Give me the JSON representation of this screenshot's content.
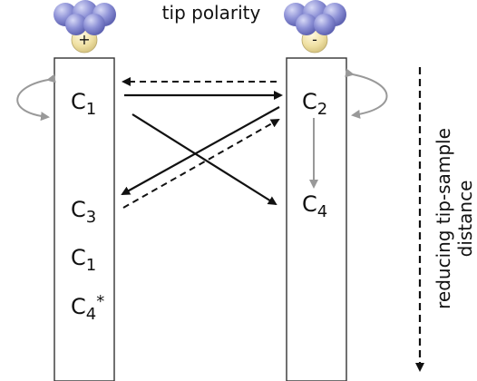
{
  "title": "tip polarity",
  "tips": {
    "positive": {
      "sign": "+"
    },
    "negative": {
      "sign": "-"
    }
  },
  "states": {
    "left": [
      {
        "base": "C",
        "sub": "1",
        "sup": ""
      },
      {
        "base": "C",
        "sub": "3",
        "sup": ""
      },
      {
        "base": "C",
        "sub": "1",
        "sup": ""
      },
      {
        "base": "C",
        "sub": "4",
        "sup": "*"
      }
    ],
    "right": [
      {
        "base": "C",
        "sub": "2",
        "sup": ""
      },
      {
        "base": "C",
        "sub": "4",
        "sup": ""
      }
    ]
  },
  "transitions": [
    {
      "from": "C1 (left)",
      "to": "C2 (right)",
      "style": "solid"
    },
    {
      "from": "C2 (right)",
      "to": "C1 (left)",
      "style": "dashed"
    },
    {
      "from": "C1 (left)",
      "to": "C4 (right)",
      "style": "solid"
    },
    {
      "from": "C2 (right)",
      "to": "C3 (left)",
      "style": "solid"
    },
    {
      "from": "C3 (left)",
      "to": "C2 (right)",
      "style": "dashed"
    },
    {
      "from": "C2 (right)",
      "to": "C4 (right)",
      "style": "gray"
    }
  ],
  "axis": {
    "label_line1": "reducing tip-sample",
    "label_line2": "distance"
  },
  "colors": {
    "black": "#111111",
    "gray_arrow": "#999999",
    "atom_fill": "#8c8fd1",
    "tip_atom_fill": "#e7d79b"
  }
}
